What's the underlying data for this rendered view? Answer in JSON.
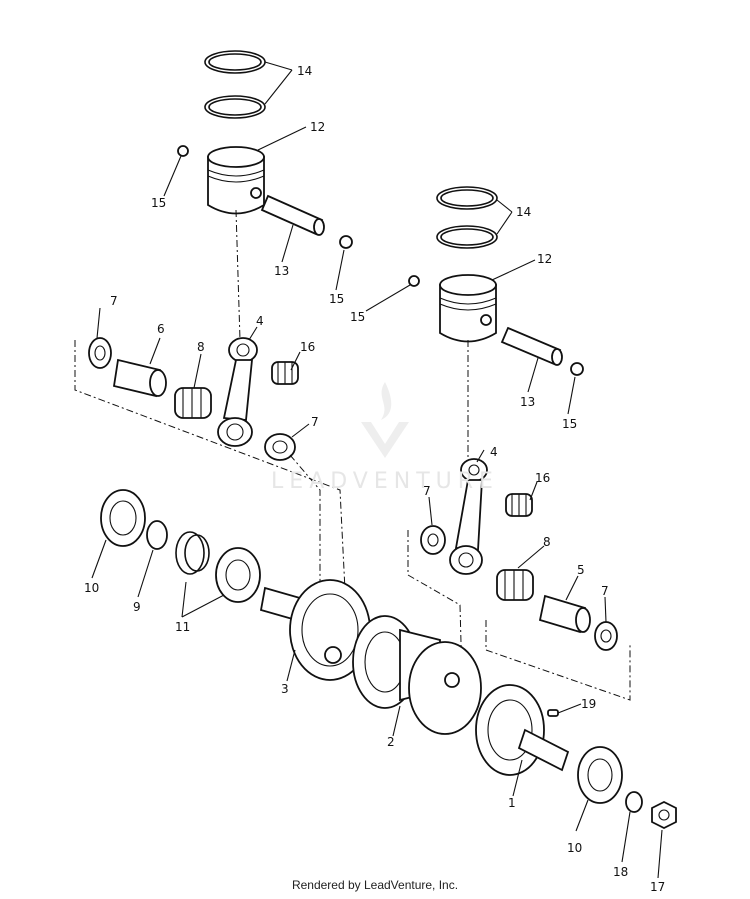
{
  "diagram": {
    "labels": {
      "p14a": "14",
      "p12a": "12",
      "p15a": "15",
      "p13a": "13",
      "p15b": "15",
      "p14b": "14",
      "p12b": "12",
      "p15c": "15",
      "p13b": "13",
      "p15d": "15",
      "p7a": "7",
      "p6": "6",
      "p8a": "8",
      "p4a": "4",
      "p16a": "16",
      "p7b": "7",
      "p4b": "4",
      "p16b": "16",
      "p7c": "7",
      "p8b": "8",
      "p5": "5",
      "p7d": "7",
      "p10a": "10",
      "p9": "9",
      "p11": "11",
      "p3": "3",
      "p2": "2",
      "p19": "19",
      "p1": "1",
      "p10b": "10",
      "p18": "18",
      "p17": "17"
    }
  },
  "watermark": {
    "text": "LEADVENTURE"
  },
  "footer": {
    "credit": "Rendered by LeadVenture, Inc."
  }
}
